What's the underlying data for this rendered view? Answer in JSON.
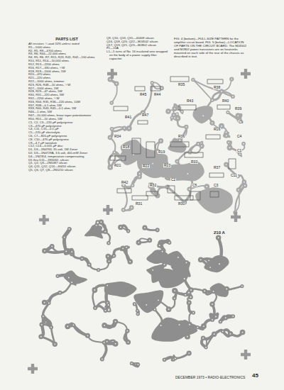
{
  "diagram": {
    "title": "PARTS LIST",
    "caption": "FIG. 4 (bottom)—FULL-SIZE PATTERN for the amplifier circuit board. FIG. 5 (below)—LOCATION OF PARTS ON THE CIRCUIT BOARD. The MJ4502 and MJ802 power transistors are on heatsinks mounted on each side of the rear of the chassis as described in text.",
    "labels": [
      "All resistors ½-watt 10% unless noted",
      "R1—1000 ohms",
      "R2, R5, R9—4700 ohms",
      "R3, R6, R44—22,000 ohms",
      "R4, R5, R6, R7, R15, R23, R41, R42—100 ohms",
      "R10, R11, R14—10,000 ohms",
      "R12, R13—2200 ohms",
      "R16, R17—330 ohms, ½W",
      "R18, R19—1000 ohms, 5W",
      "R20—470 ohms",
      "R21—220 ohms",
      "R22—1000 ohms, trimmer",
      "R23, R26, R48—10 ohms, ½W",
      "R27—1000 ohms, 1W",
      "R28, R29—47 ohms, 5W",
      "R30, R31—220 ohms, 5W",
      "R32—2200 ohms, ½W",
      "R33, R34, R35, R36—220 ohms, 10W",
      "R37, R38—0.1 ohm, 5W",
      "R39, R40, R43, R45—0.1 ohm, 5W",
      "R46—1 ohm, 5W",
      "R47—10,000 ohms, linear taper potentiometer",
      "R50, R51—10 ohms, 5W",
      "C1, C2, C3—220-pF polystyrene",
      "C3—470-pF polystyrene",
      "C4, C11, C15—0.1-µF",
      "C5—220-µF electrolytic",
      "C6, C7—820-pF polystyrene",
      "C8, C10—470-pF polystyrene",
      "C9—4.7-µF tantalum",
      "C12, C14—0.001-µF disc",
      "D1, D3—1N4763, 35-volt, 1W Zener",
      "D2, D3—1N4729A, 3.6-volt, 400-mW Zener",
      "D4—1N2354, temperature compensating",
      "D5 thru D11—1N5062, silicon",
      "Q1, Q2, Q3—2N5087 silicon",
      "Q4, Q11, Q12, Q14—40410 silicon",
      "Q5, Q6, Q7, Q8—2N5210 silicon",
      "Q9, Q10, Q13, Q15—40409 silicon",
      "Q16, Q18, Q20, Q22—MJ4502 silicon",
      "Q17, Q19, Q21, Q23—MJ802 silicon",
      "F1—10A",
      "L1—5 turns of No. 16 insulated wire wrapped on the body of a power supply filter capacitor.",
      "R45",
      "R44",
      "R35",
      "R43",
      "R38",
      "R40",
      "R39",
      "R41",
      "R47",
      "C9",
      "C4",
      "R16",
      "C1",
      "R34",
      "R36",
      "R18",
      "R19",
      "R21",
      "R22",
      "R23",
      "R33",
      "R37",
      "R42",
      "R32",
      "C2",
      "C5",
      "C3",
      "C11",
      "R31",
      "R30",
      "210 A",
      "DECEMBER 1973 • RADIO-ELECTRONICS",
      "45"
    ]
  }
}
